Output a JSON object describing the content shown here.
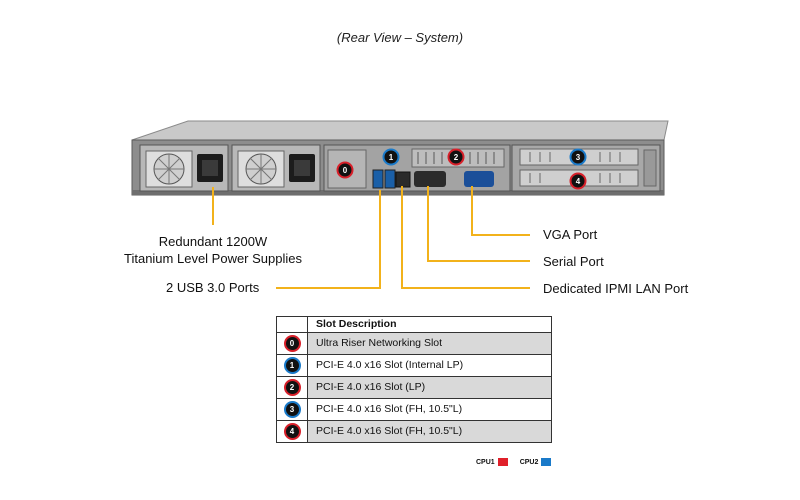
{
  "caption": "(Rear View – System)",
  "callouts": {
    "power_supply_line1": "Redundant 1200W",
    "power_supply_line2": "Titanium Level Power Supplies",
    "usb": "2 USB 3.0 Ports",
    "vga": "VGA Port",
    "serial": "Serial Port",
    "ipmi": "Dedicated IPMI LAN Port"
  },
  "chassis_badges": [
    "0",
    "1",
    "2",
    "3",
    "4"
  ],
  "slot_table": {
    "header": "Slot Description",
    "rows": [
      {
        "number": "0",
        "cpu": "CPU1",
        "description": "Ultra Riser Networking Slot"
      },
      {
        "number": "1",
        "cpu": "CPU2",
        "description": "PCI-E 4.0 x16 Slot (Internal LP)"
      },
      {
        "number": "2",
        "cpu": "CPU1",
        "description": "PCI-E 4.0 x16 Slot (LP)"
      },
      {
        "number": "3",
        "cpu": "CPU2",
        "description": "PCI-E 4.0 x16 Slot (FH, 10.5\"L)"
      },
      {
        "number": "4",
        "cpu": "CPU1",
        "description": "PCI-E 4.0 x16 Slot (FH, 10.5\"L)"
      }
    ]
  },
  "cpu_legend": [
    {
      "label": "CPU1",
      "color": "#e0202a"
    },
    {
      "label": "CPU2",
      "color": "#1a7ac9"
    }
  ],
  "colors": {
    "callout_line": "#f2b21b",
    "cpu1": "#d8202a",
    "cpu2": "#1a7ac9"
  }
}
